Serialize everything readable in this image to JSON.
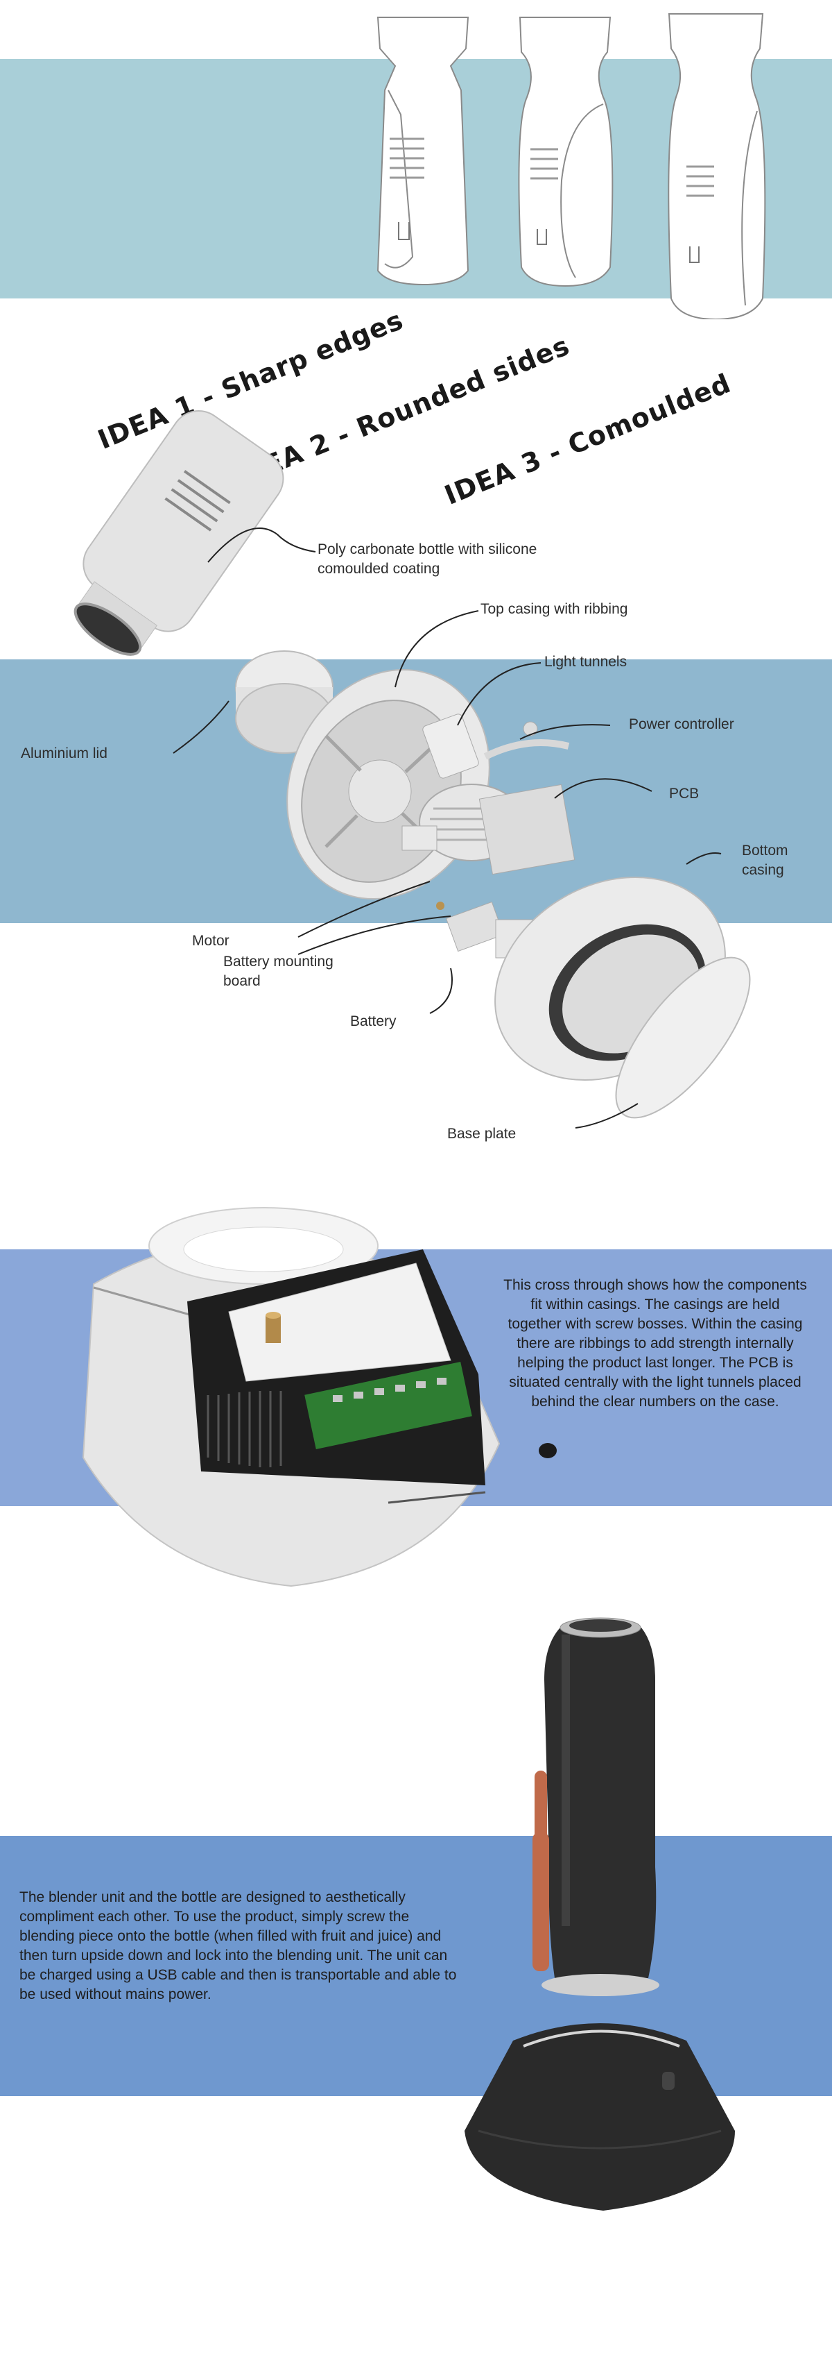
{
  "ideas": [
    {
      "label": "IDEA 1 - Sharp edges"
    },
    {
      "label": "IDEA 2 - Rounded sides"
    },
    {
      "label": "IDEA 3 - Comoulded"
    }
  ],
  "exploded_labels": {
    "bottle": "Poly carbonate bottle with silicone\ncomoulded coating",
    "top_casing": "Top casing with ribbing",
    "light_tunnels": "Light tunnels",
    "power_controller": "Power controller",
    "aluminium_lid": "Aluminium lid",
    "pcb": "PCB",
    "bottom_casing": "Bottom\ncasing",
    "motor": "Motor",
    "battery_mounting_board": "Battery mounting\nboard",
    "battery": "Battery",
    "base_plate": "Base plate"
  },
  "cross_section_text": "This cross through shows how the components fit within casings. The casings are held together with screw bosses. Within the casing there are ribbings to add strength internally helping the product last longer. The PCB is situated centrally with the light tunnels placed behind the clear numbers on the case.",
  "usage_text": "The blender unit and the bottle are designed to aesthetically compliment each other. To use the product, simply screw the blending piece onto the bottle (when filled with fruit and juice) and then turn upside down and lock into the blending unit. The unit can be charged using a USB cable and then is transportable and able to be used without mains power.",
  "colors": {
    "band1": "#a9cfd8",
    "band2": "#8fb7cf",
    "band3": "#8aa7d9",
    "band4": "#6f98cf",
    "product_white": "#e9e9e9",
    "product_black": "#2b2b2b",
    "pcb_green": "#2e7d32",
    "accent_orange": "#c06a4a"
  }
}
